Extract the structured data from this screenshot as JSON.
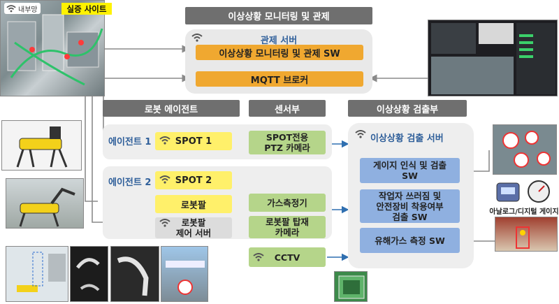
{
  "site": {
    "network_label": "내부망",
    "site_label": "실증 사이트"
  },
  "monitoring": {
    "title": "이상상황 모니터링 및 관제",
    "server_title": "관제 서버",
    "sw_label": "이상상황 모니터링 및 관제 SW",
    "broker_label": "MQTT 브로커"
  },
  "robot": {
    "title": "로봇 에이전트",
    "agent1_label": "에이전트 1",
    "agent2_label": "에이전트 2",
    "spot1": "SPOT 1",
    "spot2": "SPOT 2",
    "arm": "로봇팔",
    "arm_server_line1": "로봇팔",
    "arm_server_line2": "제어 서버"
  },
  "sensor": {
    "title": "센서부",
    "ptz_line1": "SPOT전용",
    "ptz_line2": "PTZ 카메라",
    "gas": "가스측정기",
    "arm_cam_line1": "로봇팔 탑재",
    "arm_cam_line2": "카메라",
    "cctv": "CCTV"
  },
  "detect": {
    "title": "이상상황 검출부",
    "server_title": "이상상황 검출 서버",
    "gauge_line1": "게이지 인식 및 검출",
    "gauge_line2": "SW",
    "ppe_line1": "작업자 쓰러짐 및",
    "ppe_line2": "안전장비 착용여부",
    "ppe_line3": "검출 SW",
    "gas_sw": "유해가스 측정 SW"
  },
  "gauge_caption": "아날로그/디지털 게이지",
  "colors": {
    "header": "#6f6f6f",
    "orange": "#f0a830",
    "yellow": "#fff06a",
    "green": "#b5d58a",
    "blue": "#8fb0e0",
    "panel": "#eeeeee",
    "arrow_blue": "#2f6fb0"
  }
}
